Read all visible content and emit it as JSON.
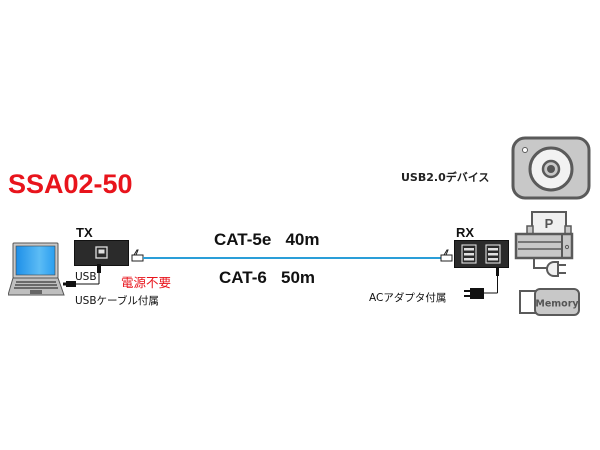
{
  "title": "SSA02-50",
  "colors": {
    "title_red": "#e8141c",
    "cable_blue": "#2a9ed8",
    "device_dark": "#2b2b2b",
    "icon_gray": "#c8c8c8",
    "icon_stroke": "#5a5a5a"
  },
  "transmitter": {
    "label": "TX",
    "port_icon": "usb-b-port-icon",
    "usb_label": "USB",
    "cable_note": "USBケーブル付属",
    "power_note": "電源不要"
  },
  "receiver": {
    "label": "RX",
    "port_icon": "usb-a-dual-port-icon",
    "adapter_note": "ACアダプタ付属"
  },
  "cable": {
    "spec_1": "CAT-5e   40m",
    "spec_2": "CAT-6   50m"
  },
  "devices": {
    "label": "USB2.0デバイス",
    "items": [
      {
        "name": "webcam",
        "icon": "webcam-icon"
      },
      {
        "name": "printer",
        "icon": "printer-icon",
        "paper_letter": "P"
      },
      {
        "name": "memory",
        "icon": "usb-memory-icon",
        "text": "Memory"
      }
    ]
  },
  "host": {
    "icon": "laptop-icon"
  }
}
